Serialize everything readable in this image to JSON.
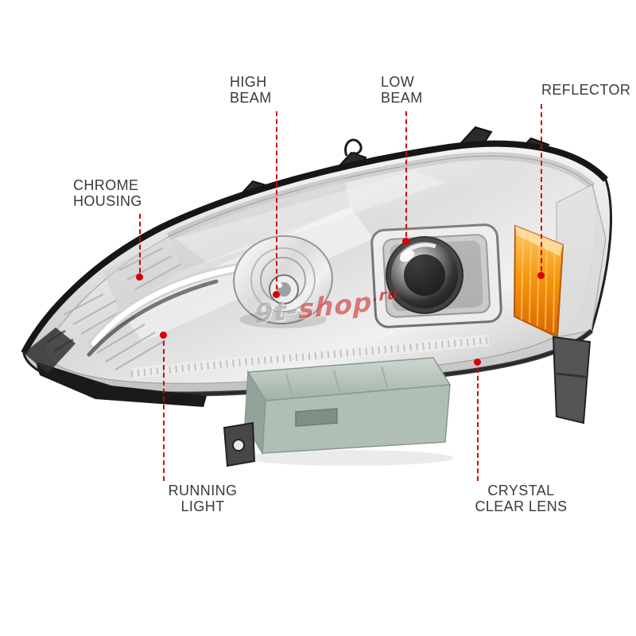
{
  "diagram": {
    "background": "#ffffff",
    "accent_color": "#d80000",
    "label_color": "#3a3a3a",
    "callouts": {
      "chrome_housing": {
        "line1": "CHROME",
        "line2": "HOUSING"
      },
      "high_beam": {
        "line1": "HIGH",
        "line2": "BEAM"
      },
      "low_beam": {
        "line1": "LOW",
        "line2": "BEAM"
      },
      "reflector": {
        "line1": "REFLECTOR"
      },
      "running_light": {
        "line1": "RUNNING",
        "line2": "LIGHT"
      },
      "crystal_clear_lens": {
        "line1": "CRYSTAL",
        "line2": "CLEAR LENS"
      }
    },
    "watermark": {
      "prefix": "9t-",
      "mid": "shop",
      "suffix": ".ru"
    },
    "product": {
      "description": "projector-headlight-illustration",
      "colors": {
        "chrome": "#d9d9d9",
        "housing_black": "#1c1c1c",
        "amber_reflector": "#f68f00",
        "bracket_sage": "#b8c6bd",
        "lens_dark": "#101010"
      }
    }
  }
}
